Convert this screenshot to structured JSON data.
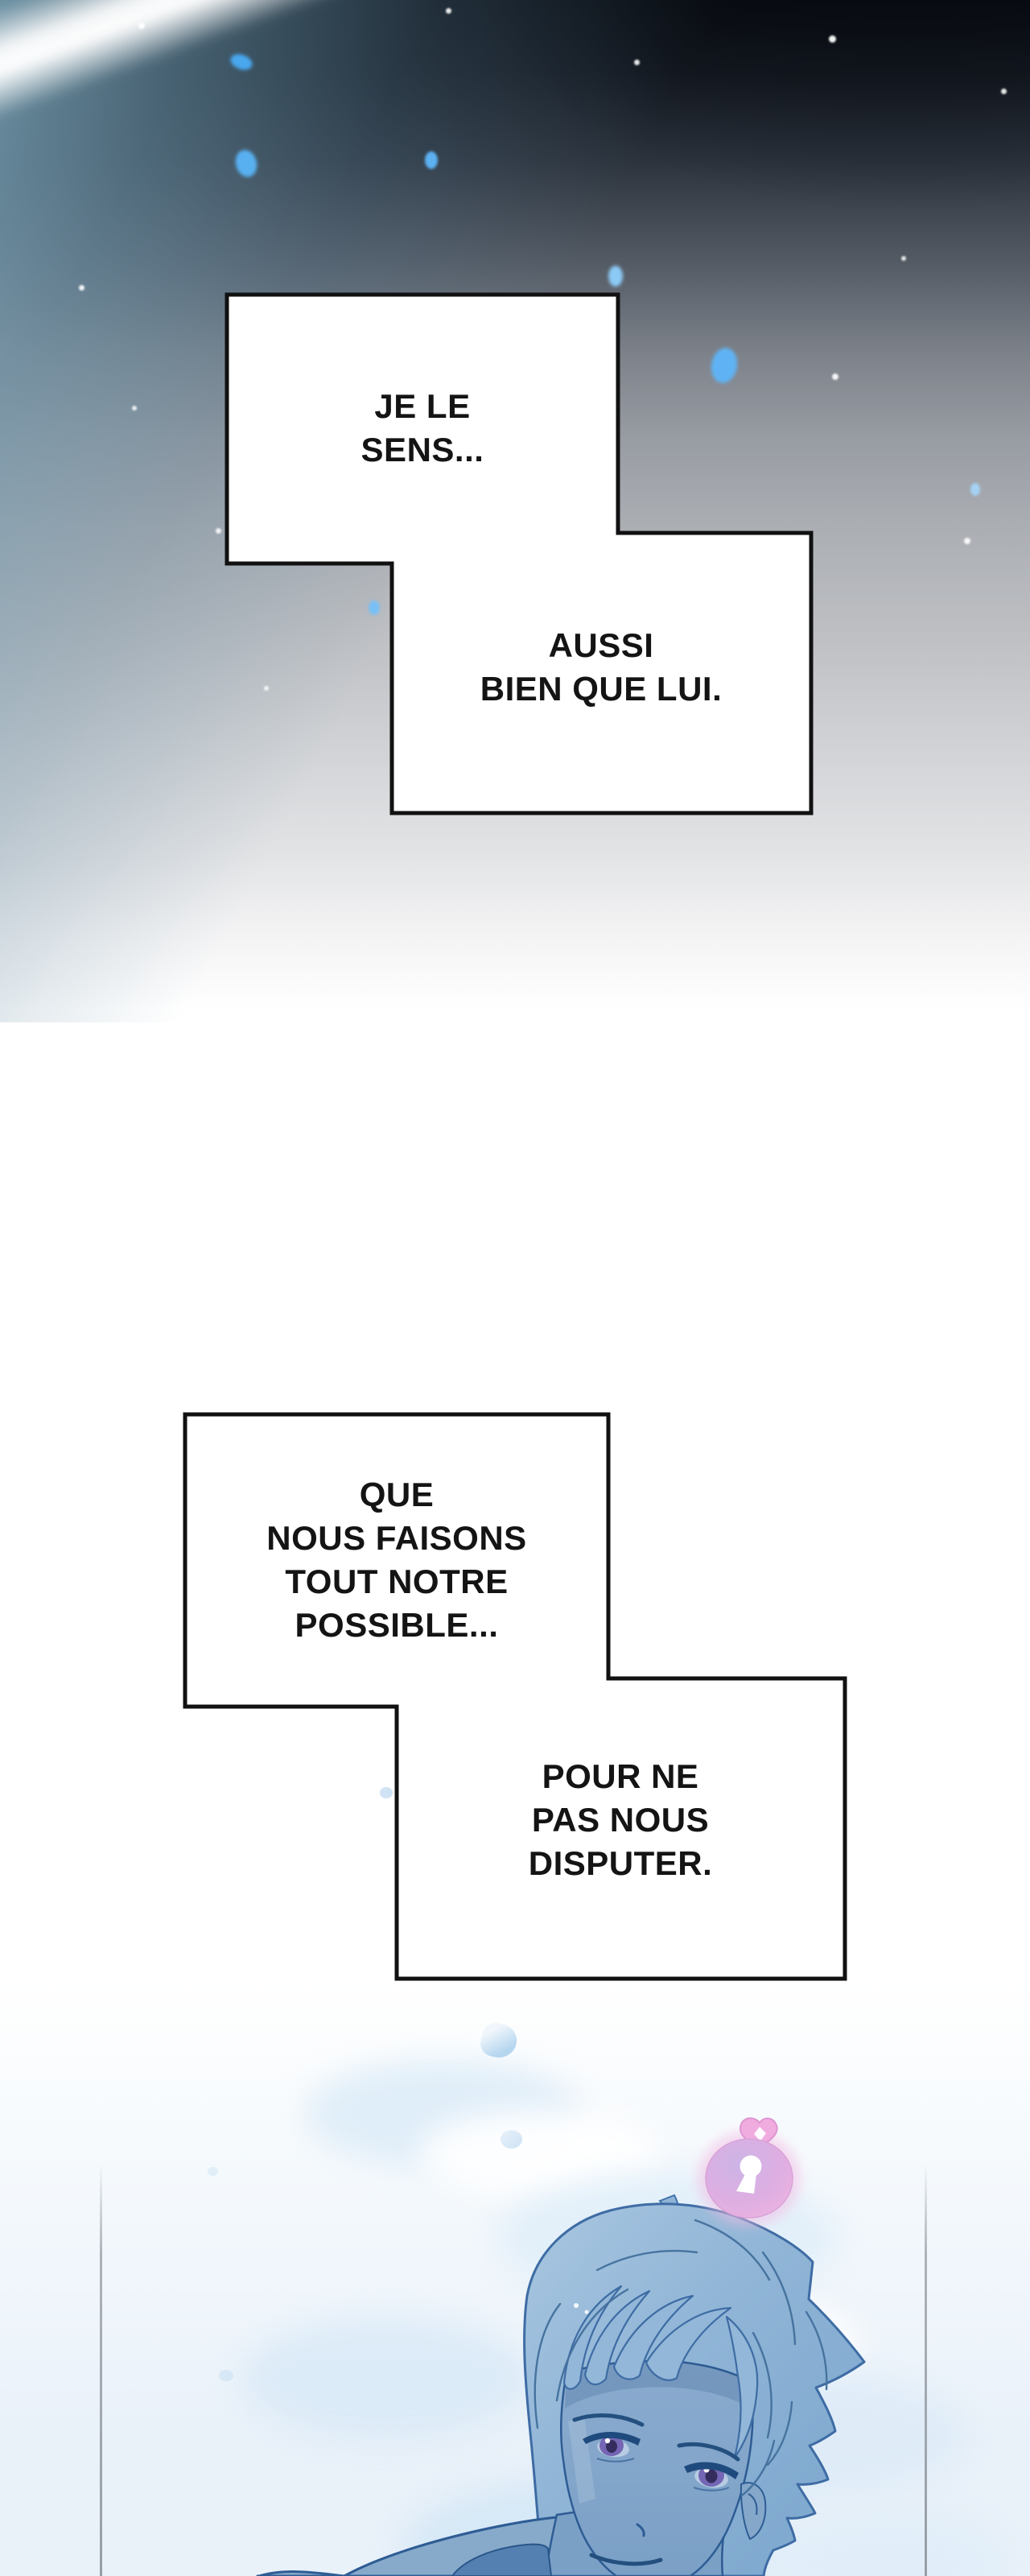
{
  "page_type": "webtoon-comic-page",
  "speech_bubbles": [
    {
      "id": "bubble-1",
      "text": "JE LE\nSENS..."
    },
    {
      "id": "bubble-2",
      "text": "AUSSI\nBIEN QUE LUI."
    },
    {
      "id": "bubble-3",
      "text": "QUE\nNOUS FAISONS\nTOUT NOTRE\nPOSSIBLE..."
    },
    {
      "id": "bubble-4",
      "text": "POUR NE\nPAS NOUS\nDISPUTER."
    }
  ],
  "colors": {
    "sky_top": "#0a0d13",
    "sky_teal_cast": "#7da8bc",
    "snow_particle_blue": "#5cb1f2",
    "panel_border": "#111111",
    "panel_fill": "#ffffff",
    "floor_tint": "#e9f1f9",
    "floor_border_gray": "#9aa0a6",
    "lock_circle_pink": "#eeb7e1",
    "lock_circle_lavender": "#c8aee3",
    "heart_pink": "#f0abdf",
    "keyhole_white": "#ffffff",
    "hair_blue": "#8fb4d6",
    "line_art_blue": "#2e5c94",
    "skin_blue": "#82a5c8",
    "iris_purple": "#7466b4"
  },
  "icons": {
    "lock_charm": "pink glowing padlock circle with keyhole and heart",
    "heart": "heart sparkle above lock"
  }
}
